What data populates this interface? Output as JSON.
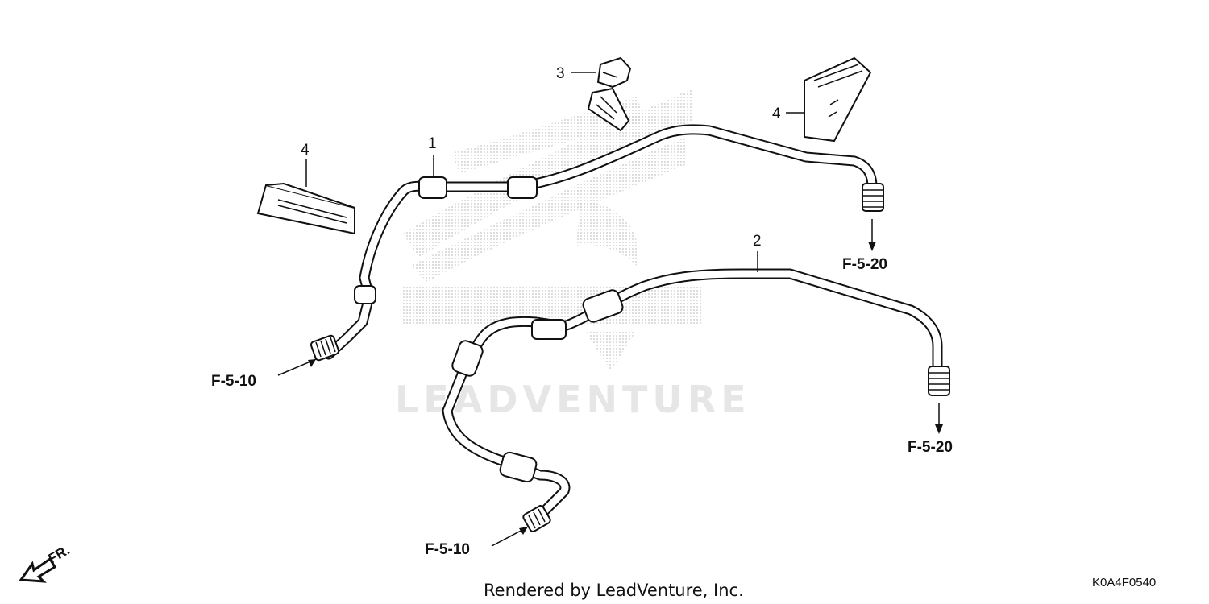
{
  "callouts": {
    "pipe_1": "1",
    "pipe_2": "2",
    "clip_3": "3",
    "cover_4_left": "4",
    "cover_4_right": "4"
  },
  "references": {
    "pipe_1_front": "F-5-10",
    "pipe_1_rear": "F-5-20",
    "pipe_2_front": "F-5-10",
    "pipe_2_rear": "F-5-20"
  },
  "watermark": "LEADVENTURE",
  "caption": "Rendered by LeadVenture, Inc.",
  "diagram_code": "K0A4F0540",
  "front_indicator": "FR.",
  "colors": {
    "line": "#111111",
    "watermark": "#e6e6e6",
    "stipple": "#cccccc"
  }
}
